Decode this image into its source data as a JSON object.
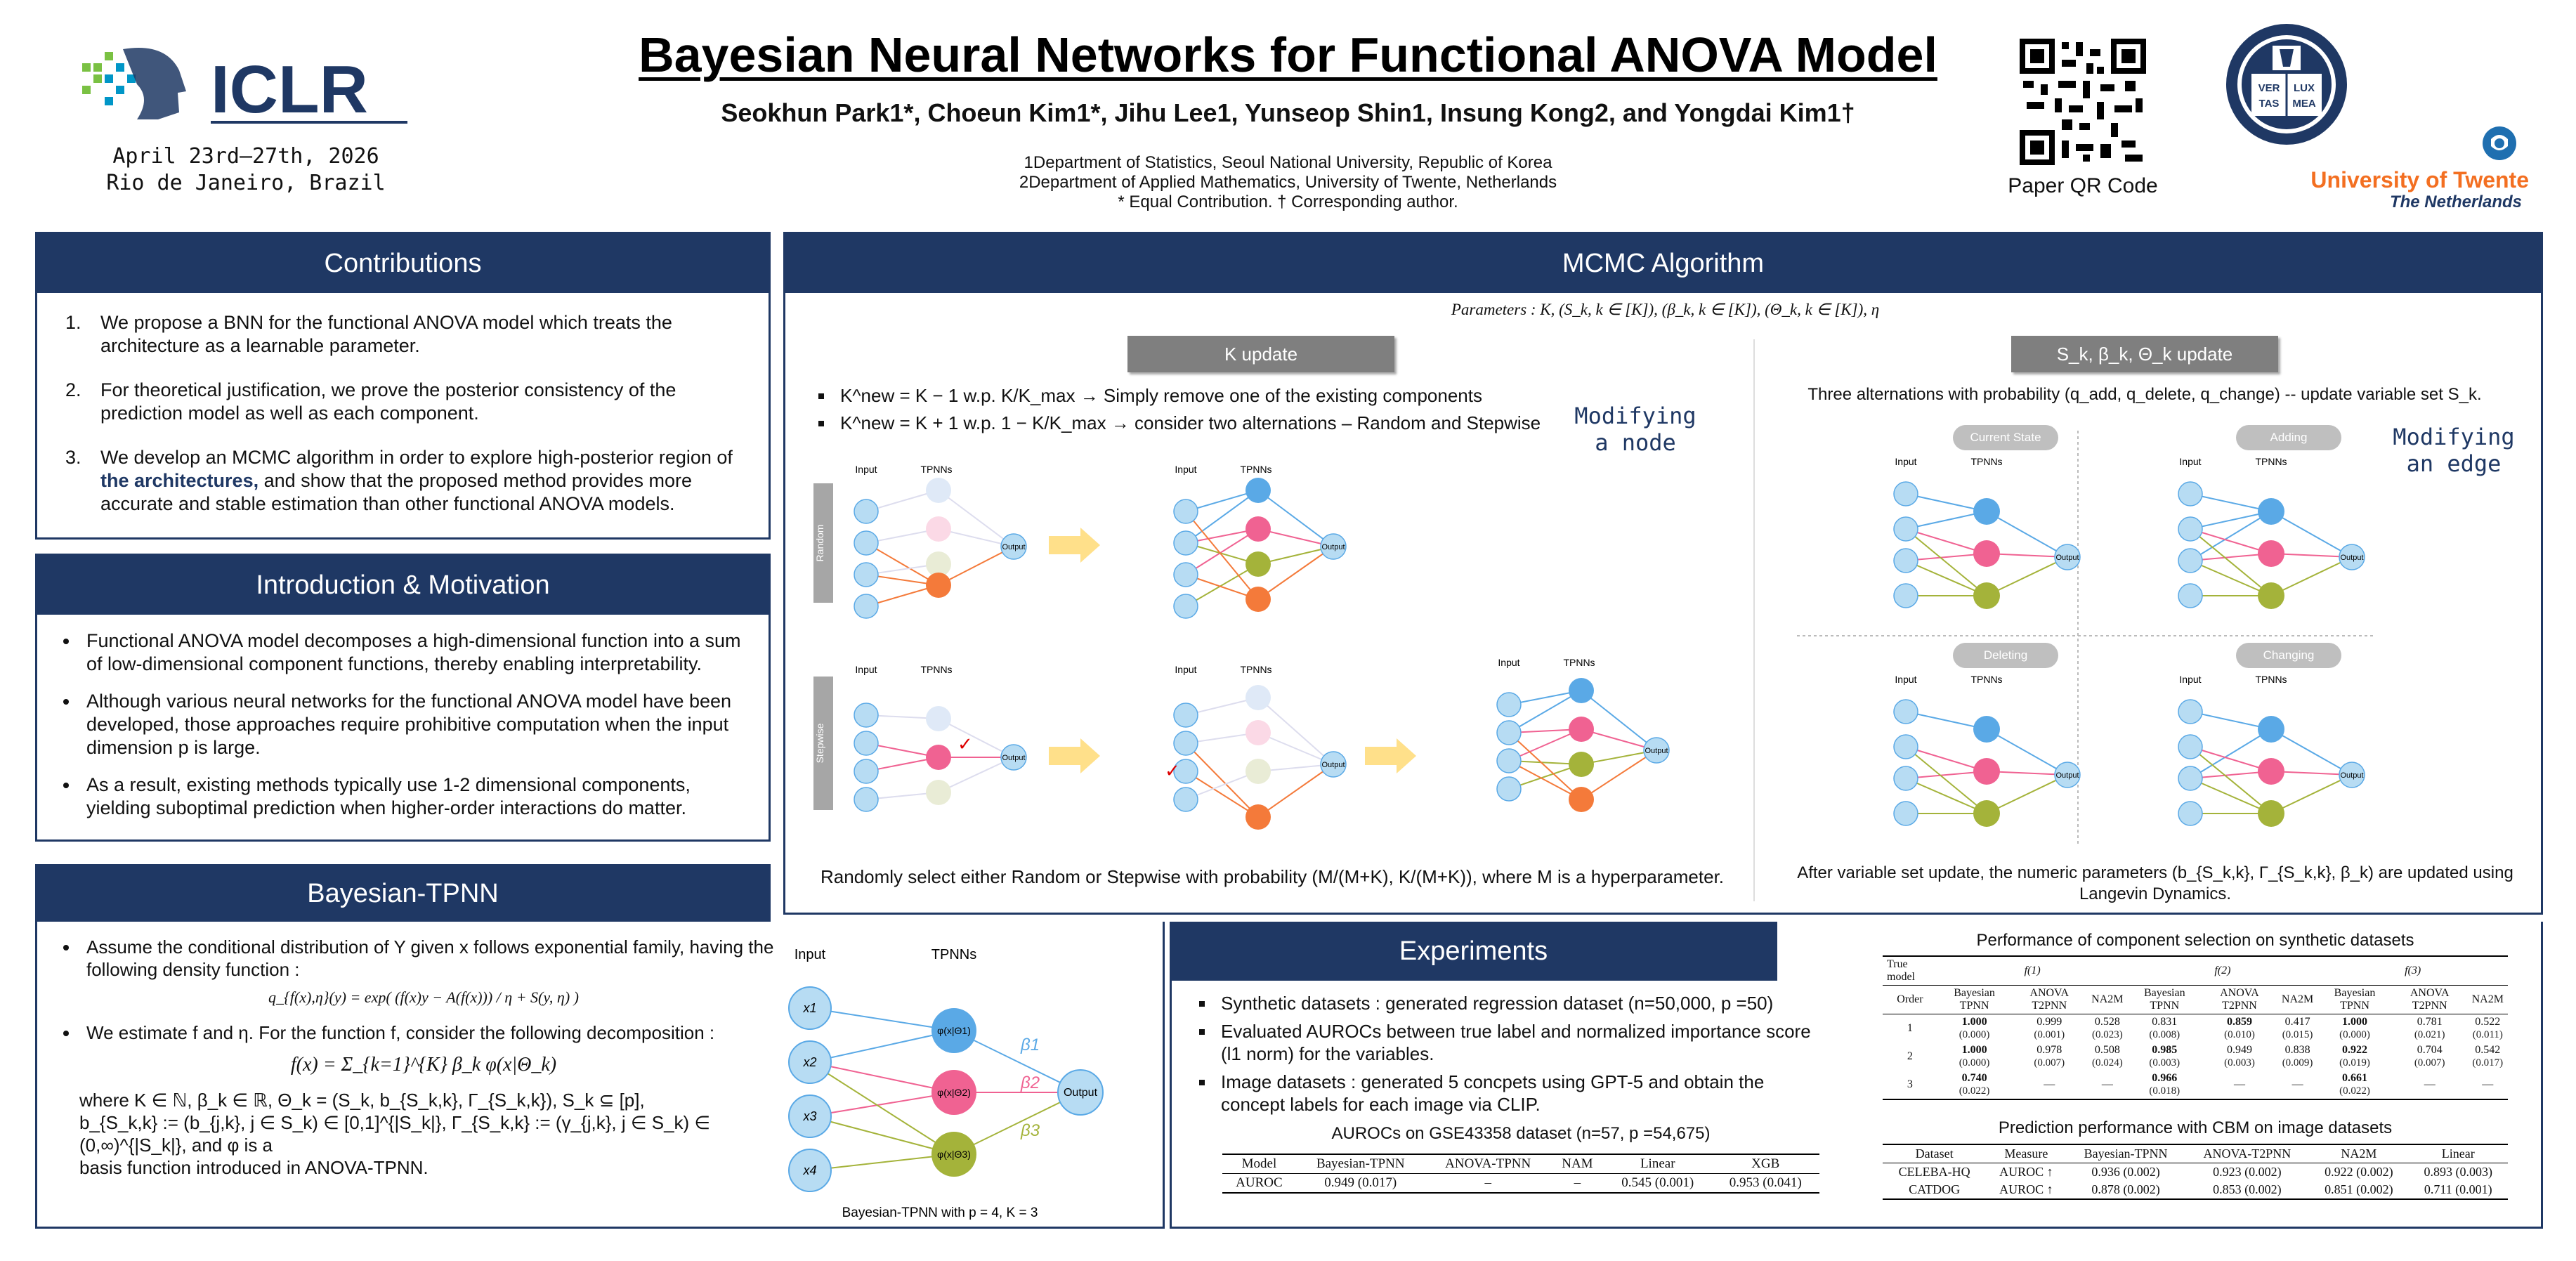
{
  "header": {
    "title": "Bayesian Neural Networks for Functional ANOVA Model",
    "authors": "Seokhun Park1*, Choeun Kim1*, Jihu Lee1, Yunseop Shin1, Insung Kong2, and Yongdai Kim1†",
    "affiliation_1": "1Department of Statistics, Seoul National University, Republic of Korea",
    "affiliation_2": "2Department of Applied Mathematics, University of Twente, Netherlands",
    "note": "* Equal Contribution. † Corresponding author.",
    "conference_logo": "ICLR",
    "conference_date": "April 23rd–27th, 2026",
    "conference_place": "Rio de Janeiro, Brazil",
    "qr_label": "Paper QR Code",
    "snu_seal_text": [
      "VER",
      "LUX",
      "TAS",
      "MEA"
    ],
    "twente_name": "University of Twente",
    "twente_country": "The Netherlands"
  },
  "contributions": {
    "heading": "Contributions",
    "items": [
      "We propose a BNN for the functional ANOVA model which treats the architecture as a learnable parameter.",
      "For theoretical justification, we prove the posterior consistency of the prediction model as well as each component.",
      "We develop an MCMC algorithm in order to explore high-posterior region of the architectures, and show that the proposed method provides more accurate and stable estimation than other functional ANOVA models."
    ],
    "highlight": "the architectures,"
  },
  "intro": {
    "heading": "Introduction & Motivation",
    "items": [
      "Functional ANOVA model decomposes a high-dimensional function into a sum of low-dimensional component functions, thereby enabling interpretability.",
      "Although various neural networks for the functional ANOVA model have been developed, those approaches require prohibitive computation when the input dimension p is large.",
      "As a result, existing methods typically use 1-2 dimensional components, yielding suboptimal prediction when higher-order interactions do matter."
    ]
  },
  "btpnn": {
    "heading": "Bayesian-TPNN",
    "item1": "Assume the conditional distribution of Y given x follows exponential family, having the following density function :",
    "density": "q_{f(x),η}(y) = exp( (f(x)y − A(f(x))) / η + S(y, η) )",
    "item2": "We estimate f and η. For the function f, consider the following decomposition :",
    "decomp": "f(x) = Σ_{k=1}^{K} β_k φ(x|Θ_k)",
    "where1": "where K ∈ ℕ, β_k ∈ ℝ, Θ_k = (S_k, b_{S_k,k}, Γ_{S_k,k}), S_k ⊆ [p],",
    "where2": "b_{S_k,k} := (b_{j,k}, j ∈ S_k) ∈ [0,1]^{|S_k|}, Γ_{S_k,k} := (γ_{j,k}, j ∈ S_k) ∈ (0,∞)^{|S_k|}, and φ is a",
    "where3": "basis function introduced in ANOVA-TPNN.",
    "fig_input": "Input",
    "fig_tpnns": "TPNNs",
    "fig_output": "Output",
    "fig_caption": "Bayesian-TPNN with p = 4, K = 3",
    "nodes_in": [
      "x1",
      "x2",
      "x3",
      "x4"
    ],
    "nodes_mid": [
      "φ(x|Θ1)",
      "φ(x|Θ2)",
      "φ(x|Θ3)"
    ],
    "betas": [
      "β1",
      "β2",
      "β3"
    ]
  },
  "mcmc": {
    "heading": "MCMC Algorithm",
    "params": "Parameters : K, (S_k, k ∈ [K]), (β_k, k ∈ [K]), (Θ_k, k ∈ [K]), η",
    "k_update": "K update",
    "k_bullet1": "K^new = K − 1 w.p. K/K_max → Simply remove one of the existing components",
    "k_bullet2": "K^new = K + 1 w.p. 1 − K/K_max → consider two alternations – Random and Stepwise",
    "mod_node": "Modifying a node",
    "row_random": "Random",
    "row_stepwise": "Stepwise",
    "k_footer": "Randomly select either Random or Stepwise with probability (M/(M+K), K/(M+K)), where M is a hyperparameter.",
    "s_update": "S_k, β_k, Θ_k update",
    "s_intro": "Three alternations with probability (q_add, q_delete, q_change) -- update variable set S_k.",
    "mod_edge": "Modifying an edge",
    "states": [
      "Current State",
      "Adding",
      "Deleting",
      "Changing"
    ],
    "s_footer": "After variable set update, the numeric parameters (b_{S_k,k}, Γ_{S_k,k}, β_k) are updated using Langevin Dynamics.",
    "lbl_input": "Input",
    "lbl_tpnns": "TPNNs",
    "lbl_output": "Output"
  },
  "experiments": {
    "heading": "Experiments",
    "items": [
      "Synthetic datasets : generated regression dataset (n=50,000, p =50)",
      "Evaluated AUROCs between true label and normalized importance score (l1 norm) for the variables.",
      "Image datasets : generated 5 concpets using GPT-5 and obtain the concept labels for each image via CLIP."
    ],
    "auroc_caption": "AUROCs on GSE43358 dataset (n=57, p =54,675)",
    "auroc_table": {
      "headers": [
        "Model",
        "Bayesian-TPNN",
        "ANOVA-TPNN",
        "NAM",
        "Linear",
        "XGB"
      ],
      "row": [
        "AUROC",
        "0.949 (0.017)",
        "–",
        "–",
        "0.545 (0.001)",
        "0.953 (0.041)"
      ]
    },
    "synth_caption": "Performance of component selection on synthetic datasets",
    "synth_table": {
      "true_model": "True model",
      "groups": [
        "f(1)",
        "f(2)",
        "f(3)"
      ],
      "order": "Order",
      "cols": [
        "Bayesian TPNN",
        "ANOVA T2PNN",
        "NA2M"
      ],
      "rows": [
        {
          "order": "1",
          "cells": [
            [
              "1.000",
              "(0.000)"
            ],
            [
              "0.999",
              "(0.001)"
            ],
            [
              "0.528",
              "(0.023)"
            ],
            [
              "0.831",
              "(0.008)"
            ],
            [
              "0.859",
              "(0.010)"
            ],
            [
              "0.417",
              "(0.015)"
            ],
            [
              "1.000",
              "(0.000)"
            ],
            [
              "0.781",
              "(0.021)"
            ],
            [
              "0.522",
              "(0.011)"
            ]
          ]
        },
        {
          "order": "2",
          "cells": [
            [
              "1.000",
              "(0.000)"
            ],
            [
              "0.978",
              "(0.007)"
            ],
            [
              "0.508",
              "(0.024)"
            ],
            [
              "0.985",
              "(0.003)"
            ],
            [
              "0.949",
              "(0.003)"
            ],
            [
              "0.838",
              "(0.009)"
            ],
            [
              "0.922",
              "(0.019)"
            ],
            [
              "0.704",
              "(0.007)"
            ],
            [
              "0.542",
              "(0.017)"
            ]
          ]
        },
        {
          "order": "3",
          "cells": [
            [
              "0.740",
              "(0.022)"
            ],
            [
              "—",
              ""
            ],
            [
              "—",
              ""
            ],
            [
              "0.966",
              "(0.018)"
            ],
            [
              "—",
              ""
            ],
            [
              "—",
              ""
            ],
            [
              "0.661",
              "(0.022)"
            ],
            [
              "—",
              ""
            ],
            [
              "—",
              ""
            ]
          ]
        }
      ]
    },
    "cbm_caption": "Prediction performance with CBM on image datasets",
    "cbm_table": {
      "headers": [
        "Dataset",
        "Measure",
        "Bayesian-TPNN",
        "ANOVA-T2PNN",
        "NA2M",
        "Linear"
      ],
      "rows": [
        [
          "CELEBA-HQ",
          "AUROC ↑",
          "0.936 (0.002)",
          "0.923 (0.002)",
          "0.922 (0.002)",
          "0.893 (0.003)"
        ],
        [
          "CATDOG",
          "AUROC ↑",
          "0.878 (0.002)",
          "0.853 (0.002)",
          "0.851 (0.002)",
          "0.711 (0.001)"
        ]
      ]
    }
  },
  "colors": {
    "navy": "#1f3864",
    "blue": "#5aa9e6",
    "pink": "#f06292",
    "olive": "#a4b33a",
    "orange": "#f47a3a",
    "node": "#b7dcf3"
  }
}
